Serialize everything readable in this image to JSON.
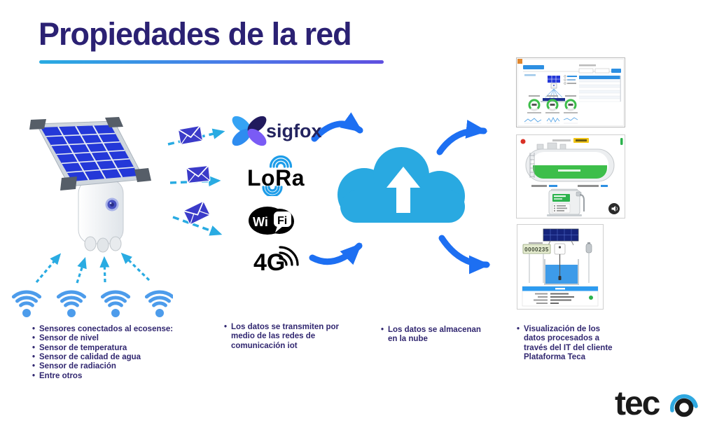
{
  "slide": {
    "title": "Propiedades de la red"
  },
  "networks": {
    "sigfox": "sigfox",
    "lora": "LoRa",
    "wifi_left": "Wi",
    "wifi_right": "Fi",
    "fourg": "4G"
  },
  "screens": {
    "counter_value": "0000235"
  },
  "notes": {
    "sensors": [
      "Sensores conectados al ecosense:",
      "Sensor de nivel",
      "Sensor de temperatura",
      "Sensor de calidad de agua",
      "Sensor de radiación",
      "Entre otros"
    ],
    "transmit": [
      "Los datos se transmiten por",
      "medio de las redes de",
      "comunicación iot"
    ],
    "store": [
      "Los datos se almacenan",
      "en la nube"
    ],
    "visualize": [
      "Visualización de los",
      "datos procesados a",
      "través del IT del cliente",
      "Plataforma Teca"
    ]
  },
  "logo": {
    "text": "tec"
  },
  "colors": {
    "title": "#2B2173",
    "underline_start": "#29ABE2",
    "underline_end": "#5F4FE0",
    "cloud": "#29A9E1",
    "curved_arrow": "#1D6FF2",
    "dashed_arrow": "#29ABE2",
    "wifi_icon": "#4D9CEB",
    "envelope": "#3B3BC9",
    "note_text": "#312770",
    "gauge_green": "#3DBE4A"
  }
}
